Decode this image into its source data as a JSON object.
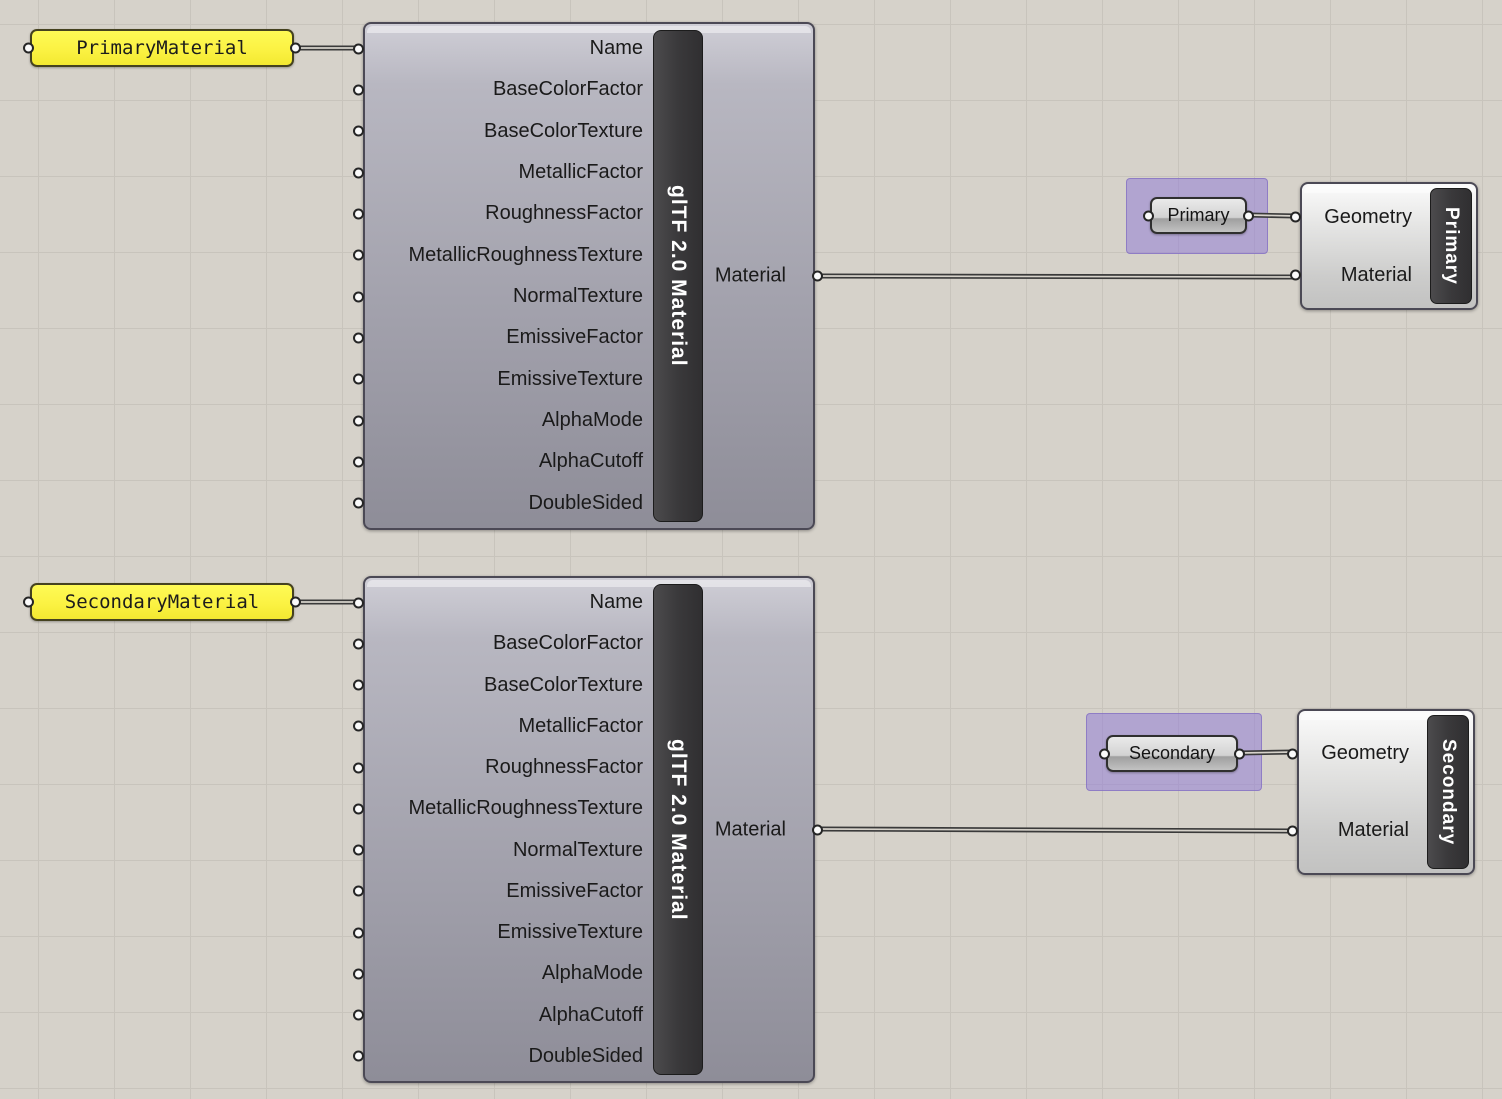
{
  "panels": [
    {
      "label": "PrimaryMaterial"
    },
    {
      "label": "SecondaryMaterial"
    }
  ],
  "gltf": {
    "title": "glTF 2.0 Material",
    "inputs": [
      "Name",
      "BaseColorFactor",
      "BaseColorTexture",
      "MetallicFactor",
      "RoughnessFactor",
      "MetallicRoughnessTexture",
      "NormalTexture",
      "EmissiveFactor",
      "EmissiveTexture",
      "AlphaMode",
      "AlphaCutoff",
      "DoubleSided"
    ],
    "output": "Material"
  },
  "named_nodes": [
    {
      "label": "Primary"
    },
    {
      "label": "Secondary"
    }
  ],
  "bake_components": [
    {
      "title": "Primary",
      "inputs": [
        "Geometry",
        "Material"
      ]
    },
    {
      "title": "Secondary",
      "inputs": [
        "Geometry",
        "Material"
      ]
    }
  ],
  "connections": [
    "PrimaryMaterial -> glTF 2.0 Material (top) Name",
    "glTF 2.0 Material (top) Material -> Primary component Material",
    "Primary node -> Primary component Geometry",
    "SecondaryMaterial -> glTF 2.0 Material (bottom) Name",
    "glTF 2.0 Material (bottom) Material -> Secondary component Material",
    "Secondary node -> Secondary component Geometry"
  ],
  "colors": {
    "canvas": "#d6d2ca",
    "grid": "#c8c4bc",
    "panel_yellow": "#fbf243",
    "group_purple": "#947ed6",
    "component_dark_bar": "#3a393b",
    "wire": "#3a3a3a"
  }
}
